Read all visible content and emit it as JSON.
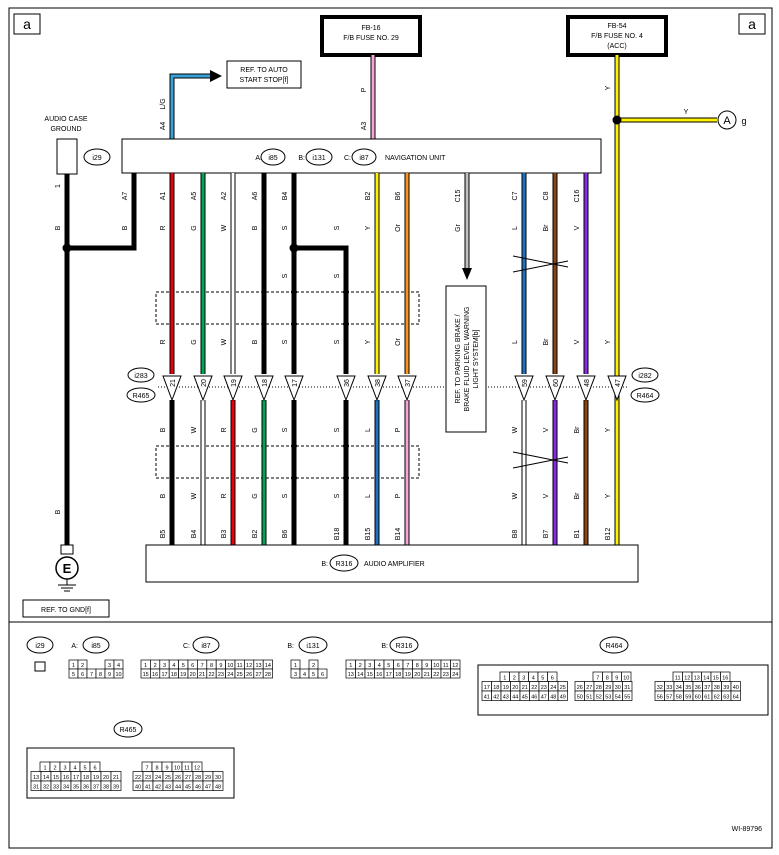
{
  "page_id": "a",
  "fuses": {
    "fb16": {
      "line1": "FB-16",
      "line2": "F/B FUSE NO. 29",
      "line3": ""
    },
    "fb54": {
      "line1": "FB-54",
      "line2": "F/B FUSE NO. 4",
      "line3": "(ACC)"
    }
  },
  "ref_auto_start_stop": {
    "line1": "REF. TO AUTO",
    "line2": "START STOP[f]"
  },
  "audio_case_ground": {
    "line1": "AUDIO CASE",
    "line2": "GROUND",
    "connector": "i29",
    "pin": "1"
  },
  "navigation_unit": {
    "prefix_a": "A:",
    "conn_a": "i85",
    "prefix_b": "B:",
    "conn_b": "i131",
    "prefix_c": "C:",
    "conn_c": "i87",
    "name": "NAVIGATION UNIT"
  },
  "audio_amplifier": {
    "prefix": "B:",
    "conn": "R316",
    "name": "AUDIO AMPLIFIER"
  },
  "ref_parking_brake": {
    "line1": "REF. TO PARKING BRAKE /",
    "line2": "BRAKE FLUID LEVEL WARNING",
    "line3": "LIGHT SYSTEM[b]"
  },
  "ref_gnd": "REF. TO GND[f]",
  "ground_symbol": "E",
  "junction_a": {
    "label": "A",
    "suffix": "g",
    "wire": "Y"
  },
  "connectors_mid": {
    "left_top": "i283",
    "left_bottom": "R465",
    "right_top": "i282",
    "right_bottom": "R464"
  },
  "wire_ground_top": "B",
  "wire_ground_bottom": "B",
  "wire_a4": {
    "pin": "A4",
    "color": "L/G"
  },
  "wire_a3": {
    "pin": "A3",
    "color": "P"
  },
  "wire_fb54": "Y",
  "columns": [
    {
      "top_pin": "A7",
      "c1": "B",
      "mid_pin": "",
      "c2": "",
      "c3": "",
      "bot_pin": "",
      "c4": ""
    },
    {
      "top_pin": "A1",
      "c1": "R",
      "mid_pin": "21",
      "c2": "R",
      "c3": "B",
      "bot_pin": "B5",
      "c4": "B"
    },
    {
      "top_pin": "A5",
      "c1": "G",
      "mid_pin": "20",
      "c2": "G",
      "c3": "W",
      "bot_pin": "B4",
      "c4": "W"
    },
    {
      "top_pin": "A2",
      "c1": "W",
      "mid_pin": "19",
      "c2": "W",
      "c3": "R",
      "bot_pin": "B3",
      "c4": "R"
    },
    {
      "top_pin": "A6",
      "c1": "B",
      "mid_pin": "18",
      "c2": "B",
      "c3": "G",
      "bot_pin": "B2",
      "c4": "G"
    },
    {
      "top_pin": "B4",
      "c1": "S",
      "mid_pin": "17",
      "c2": "S",
      "c3": "S",
      "bot_pin": "B6",
      "c4": "S"
    },
    {
      "top_pin": "",
      "c1": "S",
      "mid_pin": "36",
      "c2": "S",
      "c3": "S",
      "bot_pin": "B18",
      "c4": "S"
    },
    {
      "top_pin": "B2",
      "c1": "Y",
      "mid_pin": "38",
      "c2": "Y",
      "c3": "L",
      "bot_pin": "B15",
      "c4": "L"
    },
    {
      "top_pin": "B6",
      "c1": "Or",
      "mid_pin": "37",
      "c2": "Or",
      "c3": "P",
      "bot_pin": "B14",
      "c4": "P"
    },
    {
      "top_pin": "C15",
      "c1": "Gr",
      "mid_pin": "",
      "c2": "",
      "c3": "",
      "bot_pin": "",
      "c4": ""
    },
    {
      "top_pin": "C7",
      "c1": "L",
      "mid_pin": "59",
      "c2": "L",
      "c3": "W",
      "bot_pin": "B8",
      "c4": "W"
    },
    {
      "top_pin": "C8",
      "c1": "Br",
      "mid_pin": "60",
      "c2": "Br",
      "c3": "V",
      "bot_pin": "B7",
      "c4": "V"
    },
    {
      "top_pin": "C16",
      "c1": "V",
      "mid_pin": "48",
      "c2": "V",
      "c3": "Br",
      "bot_pin": "B1",
      "c4": "Br"
    },
    {
      "top_pin": "",
      "c1": "",
      "mid_pin": "47",
      "c2": "Y",
      "c3": "Y",
      "bot_pin": "B12",
      "c4": "Y"
    }
  ],
  "legend": {
    "i29": {
      "label": "i29"
    },
    "i85": {
      "prefix": "A:",
      "label": "i85",
      "rows": [
        [
          "1",
          "2",
          "",
          "",
          "3",
          "4"
        ],
        [
          "5",
          "6",
          "7",
          "8",
          "9",
          "10"
        ]
      ]
    },
    "i87": {
      "prefix": "C:",
      "label": "i87",
      "rows": [
        [
          "1",
          "2",
          "3",
          "4",
          "5",
          "6",
          "7",
          "8",
          "9",
          "10",
          "11",
          "12",
          "13",
          "14"
        ],
        [
          "15",
          "16",
          "17",
          "18",
          "19",
          "20",
          "21",
          "22",
          "23",
          "24",
          "25",
          "26",
          "27",
          "28"
        ]
      ]
    },
    "i131": {
      "prefix": "B:",
      "label": "i131",
      "rows": [
        [
          "1",
          "",
          "2"
        ],
        [
          "3",
          "4",
          "5",
          "6"
        ]
      ]
    },
    "R316": {
      "prefix": "B:",
      "label": "R316",
      "rows": [
        [
          "1",
          "2",
          "3",
          "4",
          "5",
          "6",
          "7",
          "8",
          "9",
          "10",
          "11",
          "12"
        ],
        [
          "13",
          "14",
          "15",
          "16",
          "17",
          "18",
          "19",
          "20",
          "21",
          "22",
          "23",
          "24"
        ]
      ]
    },
    "R464": {
      "label": "R464",
      "blocks": [
        [
          [
            "1",
            "2",
            "3",
            "4",
            "5",
            "6"
          ],
          [
            "17",
            "18",
            "19",
            "20",
            "21",
            "22",
            "23",
            "24",
            "25"
          ],
          [
            "41",
            "42",
            "43",
            "44",
            "45",
            "46",
            "47",
            "48",
            "49"
          ]
        ],
        [
          [
            "7",
            "8",
            "9",
            "10"
          ],
          [
            "26",
            "27",
            "28",
            "29",
            "30",
            "31"
          ],
          [
            "50",
            "51",
            "52",
            "53",
            "54",
            "55"
          ]
        ],
        [
          [
            "11",
            "12",
            "13",
            "14",
            "15",
            "16"
          ],
          [
            "32",
            "33",
            "34",
            "35",
            "36",
            "37",
            "38",
            "39",
            "40"
          ],
          [
            "56",
            "57",
            "58",
            "59",
            "60",
            "61",
            "62",
            "63",
            "64"
          ]
        ]
      ]
    },
    "R465": {
      "label": "R465",
      "blocks": [
        [
          [
            "1",
            "2",
            "3",
            "4",
            "5",
            "6"
          ],
          [
            "13",
            "14",
            "15",
            "16",
            "17",
            "18",
            "19",
            "20",
            "21"
          ],
          [
            "31",
            "32",
            "33",
            "34",
            "35",
            "36",
            "37",
            "38",
            "39"
          ]
        ],
        [
          [
            "7",
            "8",
            "9",
            "10",
            "11",
            "12"
          ],
          [
            "22",
            "23",
            "24",
            "25",
            "26",
            "27",
            "28",
            "29",
            "30"
          ],
          [
            "40",
            "41",
            "42",
            "43",
            "44",
            "45",
            "46",
            "47",
            "48"
          ]
        ]
      ]
    }
  },
  "figure_id": "WI-89796",
  "wire_colors": {
    "B": "#000000",
    "R": "#e8000b",
    "G": "#00a651",
    "W": "#ffffff",
    "S": "#000000",
    "Y": "#fff200",
    "Or": "#f7941d",
    "Gr": "#c0c0c0",
    "L": "#1e73be",
    "Br": "#8b4513",
    "V": "#8a2be2",
    "P": "#f4a6d7",
    "LG": "#3aa0d8"
  }
}
